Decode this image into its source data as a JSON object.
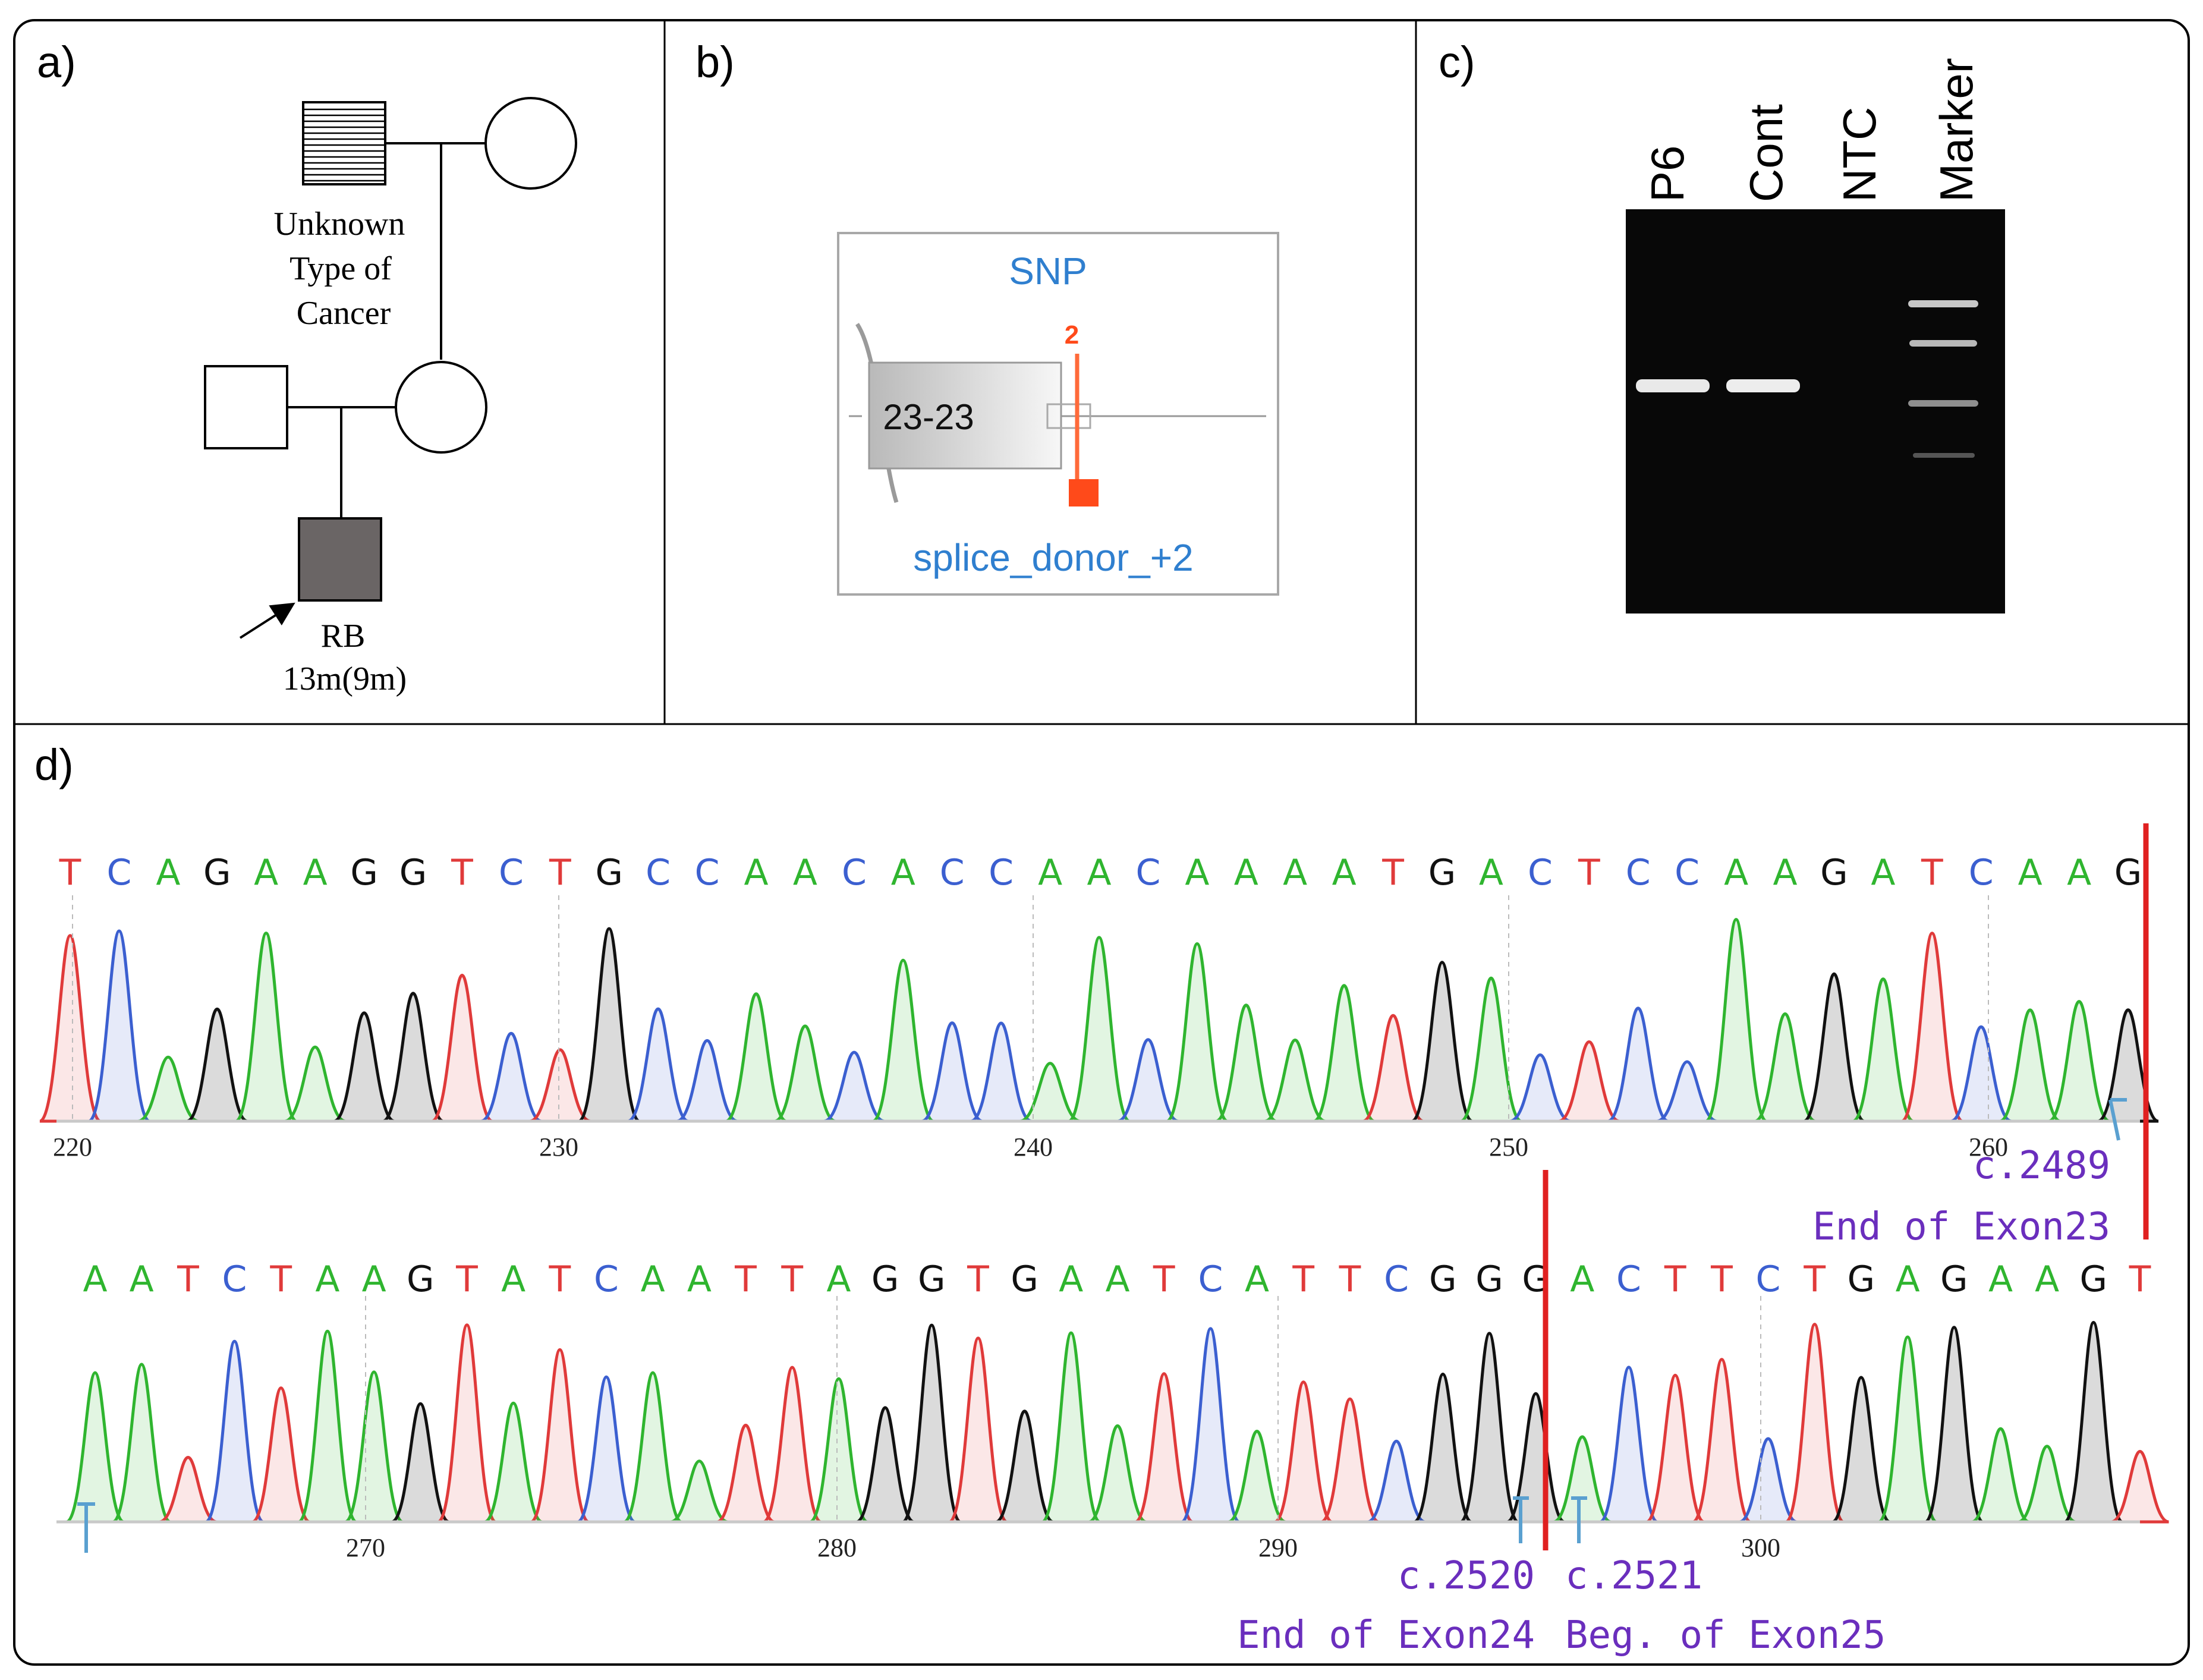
{
  "panels": {
    "a": {
      "label": "a)",
      "grandfather_label_lines": [
        "Unknown",
        "Type of",
        "Cancer"
      ],
      "proband_label": "RB",
      "proband_age": "13m(9m)"
    },
    "b": {
      "label": "b)",
      "variant_type": "SNP",
      "exon_label": "23-23",
      "position_marker": "2",
      "effect_label": "splice_donor_+2"
    },
    "c": {
      "label": "c)",
      "lanes": [
        "P6",
        "Cont",
        "NTC",
        "Marker"
      ]
    },
    "d": {
      "label": "d)",
      "row1": {
        "bases": "TCAGAAGGTCTGCCAACACCAACAAAATGACTCCAAGATCAAG",
        "ticks": [
          220,
          230,
          240,
          250,
          260
        ],
        "annotation_pos": "c.2489",
        "annotation_text": "End of Exon23"
      },
      "row2": {
        "bases": "AATCTAAGTATCAATTAGGTGAATCATTCGGGACTTCTGAGAAGT",
        "ticks": [
          270,
          280,
          290,
          300
        ],
        "annotation_left_pos": "c.2520",
        "annotation_left_text": "End of Exon24",
        "annotation_right_pos": "c.2521",
        "annotation_right_text": "Beg. of Exon25"
      }
    }
  },
  "colors": {
    "A": "#2fb52f",
    "C": "#3b5fd0",
    "G": "#111111",
    "T": "#e03a3a",
    "annotation": "#6a2ebd",
    "snp_blue": "#2f7fcf",
    "marker_red": "#ff4a1a",
    "exon_red": "#e02020"
  }
}
